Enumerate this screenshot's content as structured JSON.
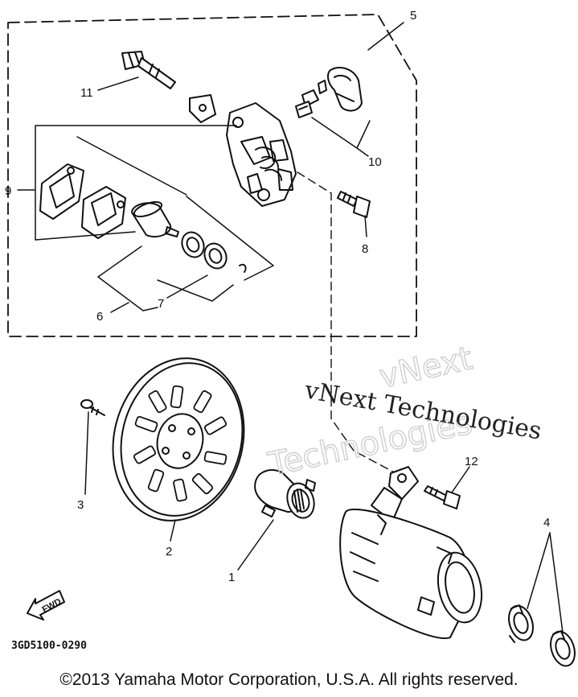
{
  "labels": {
    "1": "1",
    "2": "2",
    "3": "3",
    "4": "4",
    "5": "5",
    "6": "6",
    "7": "7",
    "8": "8",
    "9": "9",
    "10": "10",
    "11": "11",
    "12": "12"
  },
  "diagram_code": "3GD5100-0290",
  "fwd_label": "FWD",
  "watermark": {
    "text": "vNext Technologies",
    "outline_top": "vNext",
    "outline_bottom": "Technologies"
  },
  "footer": "©2013 Yamaha Motor Corporation, U.S.A. All rights reserved."
}
